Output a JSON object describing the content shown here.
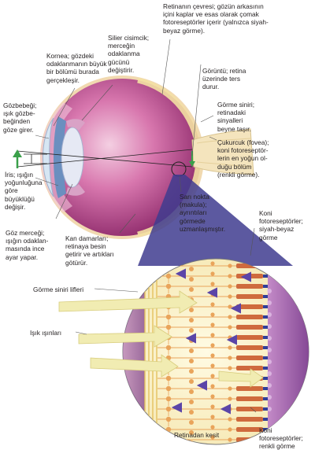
{
  "labels": {
    "retina_periphery": [
      "Retinanın çevresi; gözün arkasının",
      "içini kaplar ve esas olarak çomak",
      "fotoreseptörler içerir (yalnızca siyah-",
      "beyaz görme)."
    ],
    "ciliary_body": [
      "Silier cisimcik;",
      "merceğin",
      "odaklanma",
      "gücünü",
      "değiştirir."
    ],
    "cornea": [
      "Kornea; gözdeki",
      "odaklanmanın büyük",
      "bir bölümü burada",
      "gerçekleşir."
    ],
    "image": [
      "Görüntü; retina",
      "üzerinde ters",
      "durur."
    ],
    "pupil": [
      "Gözbebeği;",
      "ışık gözbe-",
      "beğinden",
      "göze girer."
    ],
    "optic_nerve": [
      "Görme siniri;",
      "retinadaki",
      "sinyalleri",
      "beyne taşır."
    ],
    "fovea": [
      "Çukurcuk (fovea);",
      "koni fotoreseptör-",
      "lerin en yoğun ol-",
      "duğu bölüm",
      "(renkli görme)."
    ],
    "iris": [
      "İris; ışığın",
      "yoğunluğuna",
      "göre",
      "büyüklüğü",
      "değişir."
    ],
    "macula": [
      "Sarı nokta",
      "(makula);",
      "ayrıntıları",
      "görmede",
      "uzmanlaşmıştır."
    ],
    "lens": [
      "Göz merceği;",
      "ışığın odaklan-",
      "masında ince",
      "ayar yapar."
    ],
    "blood_vessels": [
      "Kan damarları;",
      "retinaya besin",
      "getirir ve artıkları",
      "götürür."
    ],
    "cones_bw": [
      "Koni",
      "fotoreseptörler;",
      "siyah-beyaz",
      "görme"
    ],
    "optic_fibers": [
      "Görme siniri lifleri"
    ],
    "light_rays": [
      "Işık ışınları"
    ],
    "retina_section": [
      "Retinadan kesit"
    ],
    "cones_color": [
      "Koni",
      "fotoreseptörler;",
      "renkli görme"
    ]
  },
  "colors": {
    "eyeball": "#b8408a",
    "eyeball_light": "#e7a6c9",
    "retina_layer": "#f3e0a3",
    "section_bg": "#fbf3cc",
    "cell_orange": "#e9a45b",
    "cone_red": "#cf6a3d",
    "rod_purple": "#a36fb5",
    "light_arrow": "#f1ecb2",
    "signal_arrow": "#5b45a8",
    "cone_tube": "#2f3f9a",
    "arrow_green": "#3aa04a"
  },
  "icons": {
    "upright_arrow": "green-arrow-icon",
    "signal_arrows": "purple-arrow-icon"
  }
}
